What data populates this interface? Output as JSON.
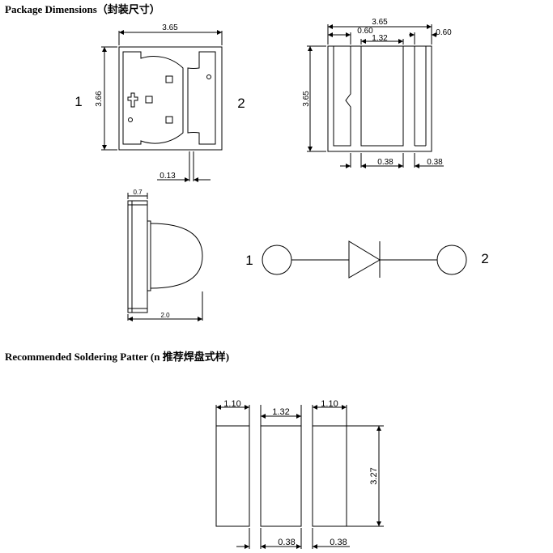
{
  "headings": {
    "package": "Package Dimensions（封装尺寸）",
    "soldering": "Recommended Soldering Patter (n 推荐焊盘式样)"
  },
  "top_view": {
    "width": "3.65",
    "height": "3.66",
    "lead": "0.13",
    "pin_left": "1",
    "pin_right": "2"
  },
  "bottom_view": {
    "width": "3.65",
    "pad_left": "0.60",
    "pad_right": "0.60",
    "center": "1.32",
    "height": "3.65",
    "gap_left": "0.38",
    "gap_right": "0.38"
  },
  "side_view": {
    "thickness": "0.7",
    "length": "2.0"
  },
  "symbol": {
    "pin_left": "1",
    "pin_right": "2"
  },
  "pattern": {
    "pad_left": "1.10",
    "pad_center": "1.32",
    "pad_right": "1.10",
    "height": "3.27",
    "gap_left": "0.38",
    "gap_right": "0.38"
  }
}
